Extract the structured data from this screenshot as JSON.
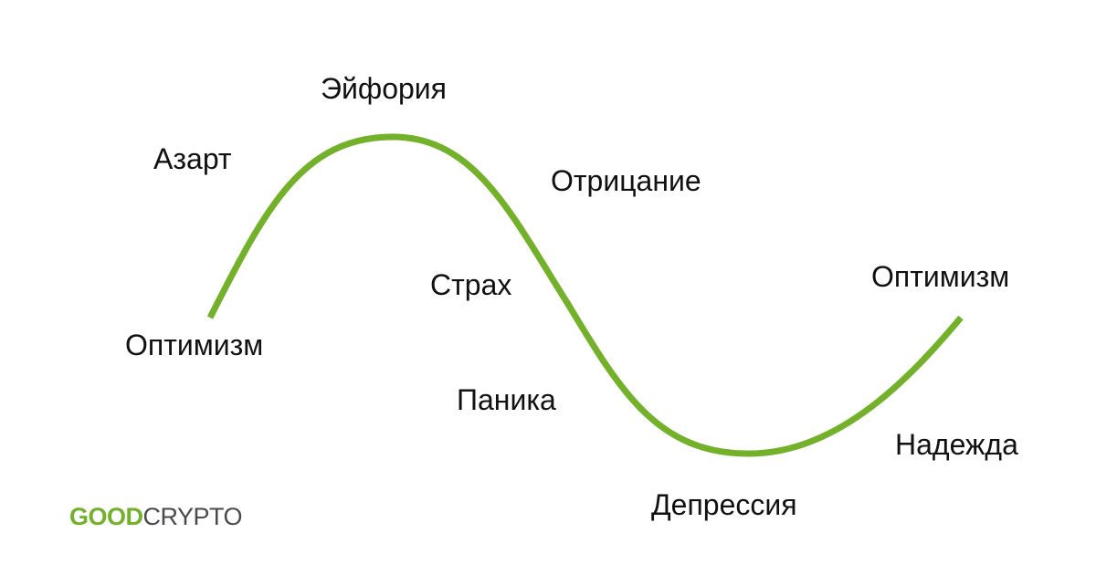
{
  "labels": {
    "optimism_start": "Оптимизм",
    "excitement": "Азарт",
    "euphoria": "Эйфория",
    "denial": "Отрицание",
    "fear": "Страх",
    "panic": "Паника",
    "depression": "Депрессия",
    "hope": "Надежда",
    "optimism_end": "Оптимизм"
  },
  "logo": {
    "part1": "GOOD",
    "part2": "CRYPTO"
  },
  "colors": {
    "curve": "#73b12b",
    "logo_accent": "#73b12b",
    "logo_dark": "#4a4a4a"
  }
}
